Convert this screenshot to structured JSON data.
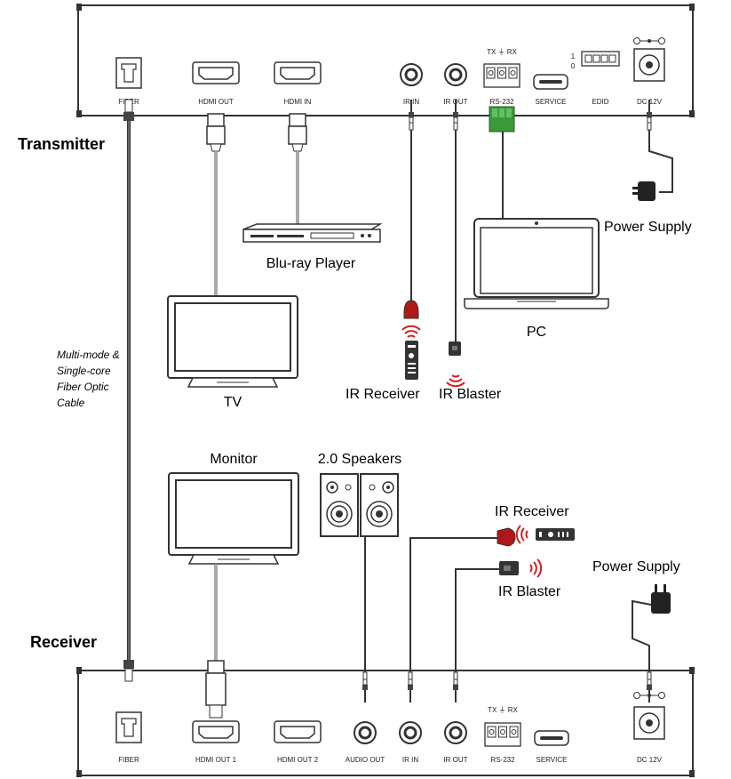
{
  "transmitter": {
    "title": "Transmitter",
    "ports": {
      "fiber": "FIBER",
      "hdmi_out": "HDMI OUT",
      "hdmi_in": "HDMI IN",
      "ir_in": "IR IN",
      "ir_out": "IR OUT",
      "rs232": "RS-232",
      "rs232_pins": "TX ⏚ RX",
      "service": "SERVICE",
      "edid": "EDID",
      "edid_on": "1",
      "edid_off": "0",
      "dc": "DC 12V"
    }
  },
  "receiver": {
    "title": "Receiver",
    "ports": {
      "fiber": "FIBER",
      "hdmi_out1": "HDMI OUT 1",
      "hdmi_out2": "HDMI OUT 2",
      "audio_out": "AUDIO OUT",
      "ir_in": "IR IN",
      "ir_out": "IR OUT",
      "rs232": "RS-232",
      "rs232_pins": "TX ⏚ RX",
      "service": "SERVICE",
      "dc": "DC 12V"
    }
  },
  "devices": {
    "bluray": "Blu-ray Player",
    "tv": "TV",
    "pc": "PC",
    "tx_power": "Power Supply",
    "tx_ir_receiver": "IR Receiver",
    "tx_ir_blaster": "IR Blaster",
    "monitor": "Monitor",
    "speakers": "2.0 Speakers",
    "rx_ir_receiver": "IR Receiver",
    "rx_ir_blaster": "IR Blaster",
    "rx_power": "Power Supply"
  },
  "cable_label": [
    "Multi-mode &",
    "Single-core",
    "Fiber Optic",
    "Cable"
  ],
  "colors": {
    "outline": "#333333",
    "rs232_green": "#3a9a3a",
    "ir_red": "#b01818",
    "wave_red": "#d42020"
  }
}
